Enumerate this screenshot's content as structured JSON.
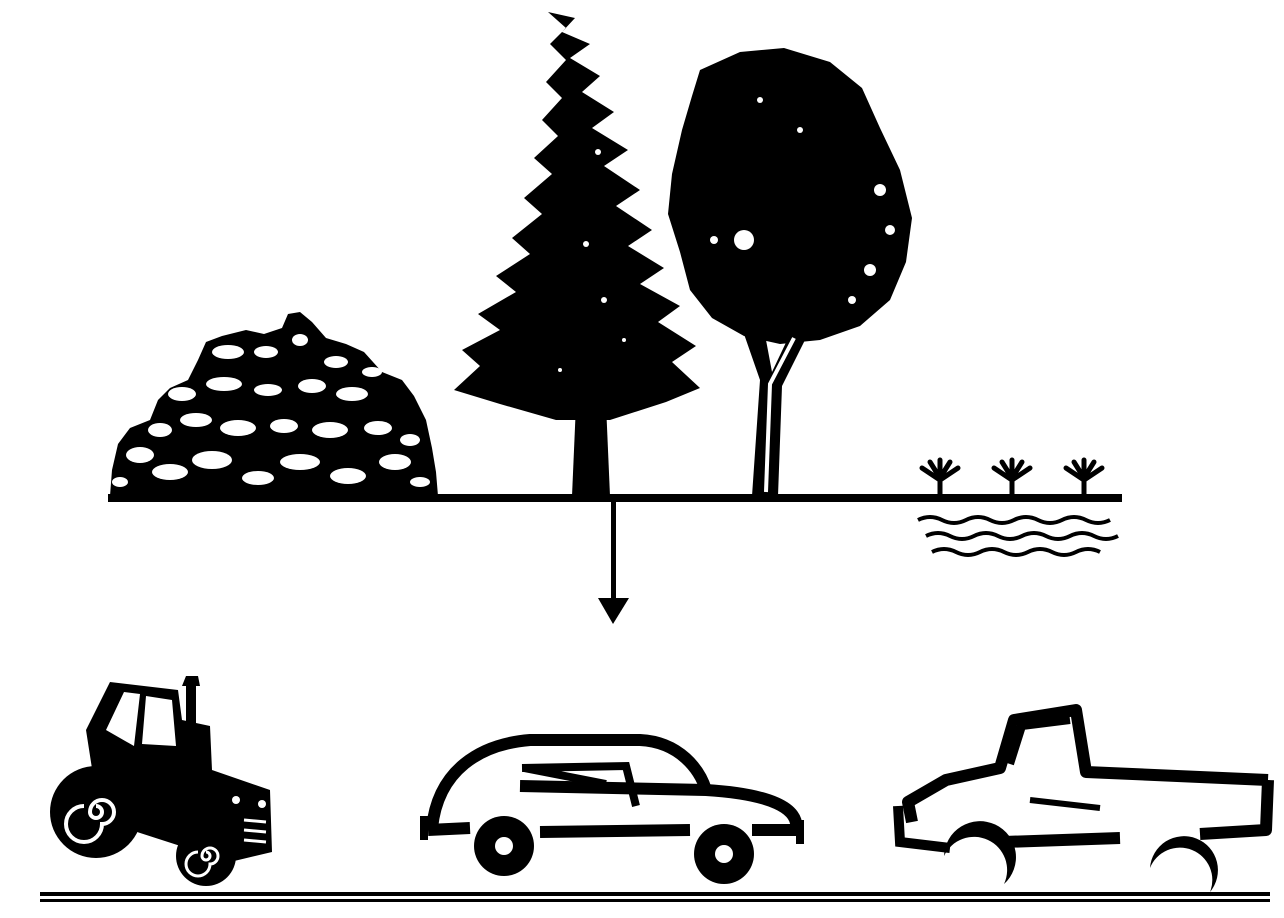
{
  "diagram": {
    "colors": {
      "ink": "#000000",
      "paper": "#ffffff",
      "rock_highlight": "#ffffff"
    },
    "scene_top": {
      "elements": [
        "rock-pile",
        "conifer-tree",
        "deciduous-tree",
        "marsh-plants",
        "water-waves",
        "ground-line"
      ]
    },
    "arrow": {
      "direction": "down",
      "from": "conifer-tree",
      "to": "vehicles"
    },
    "scene_bottom": {
      "elements": [
        "tractor",
        "car",
        "pickup-truck",
        "road-line"
      ]
    }
  }
}
